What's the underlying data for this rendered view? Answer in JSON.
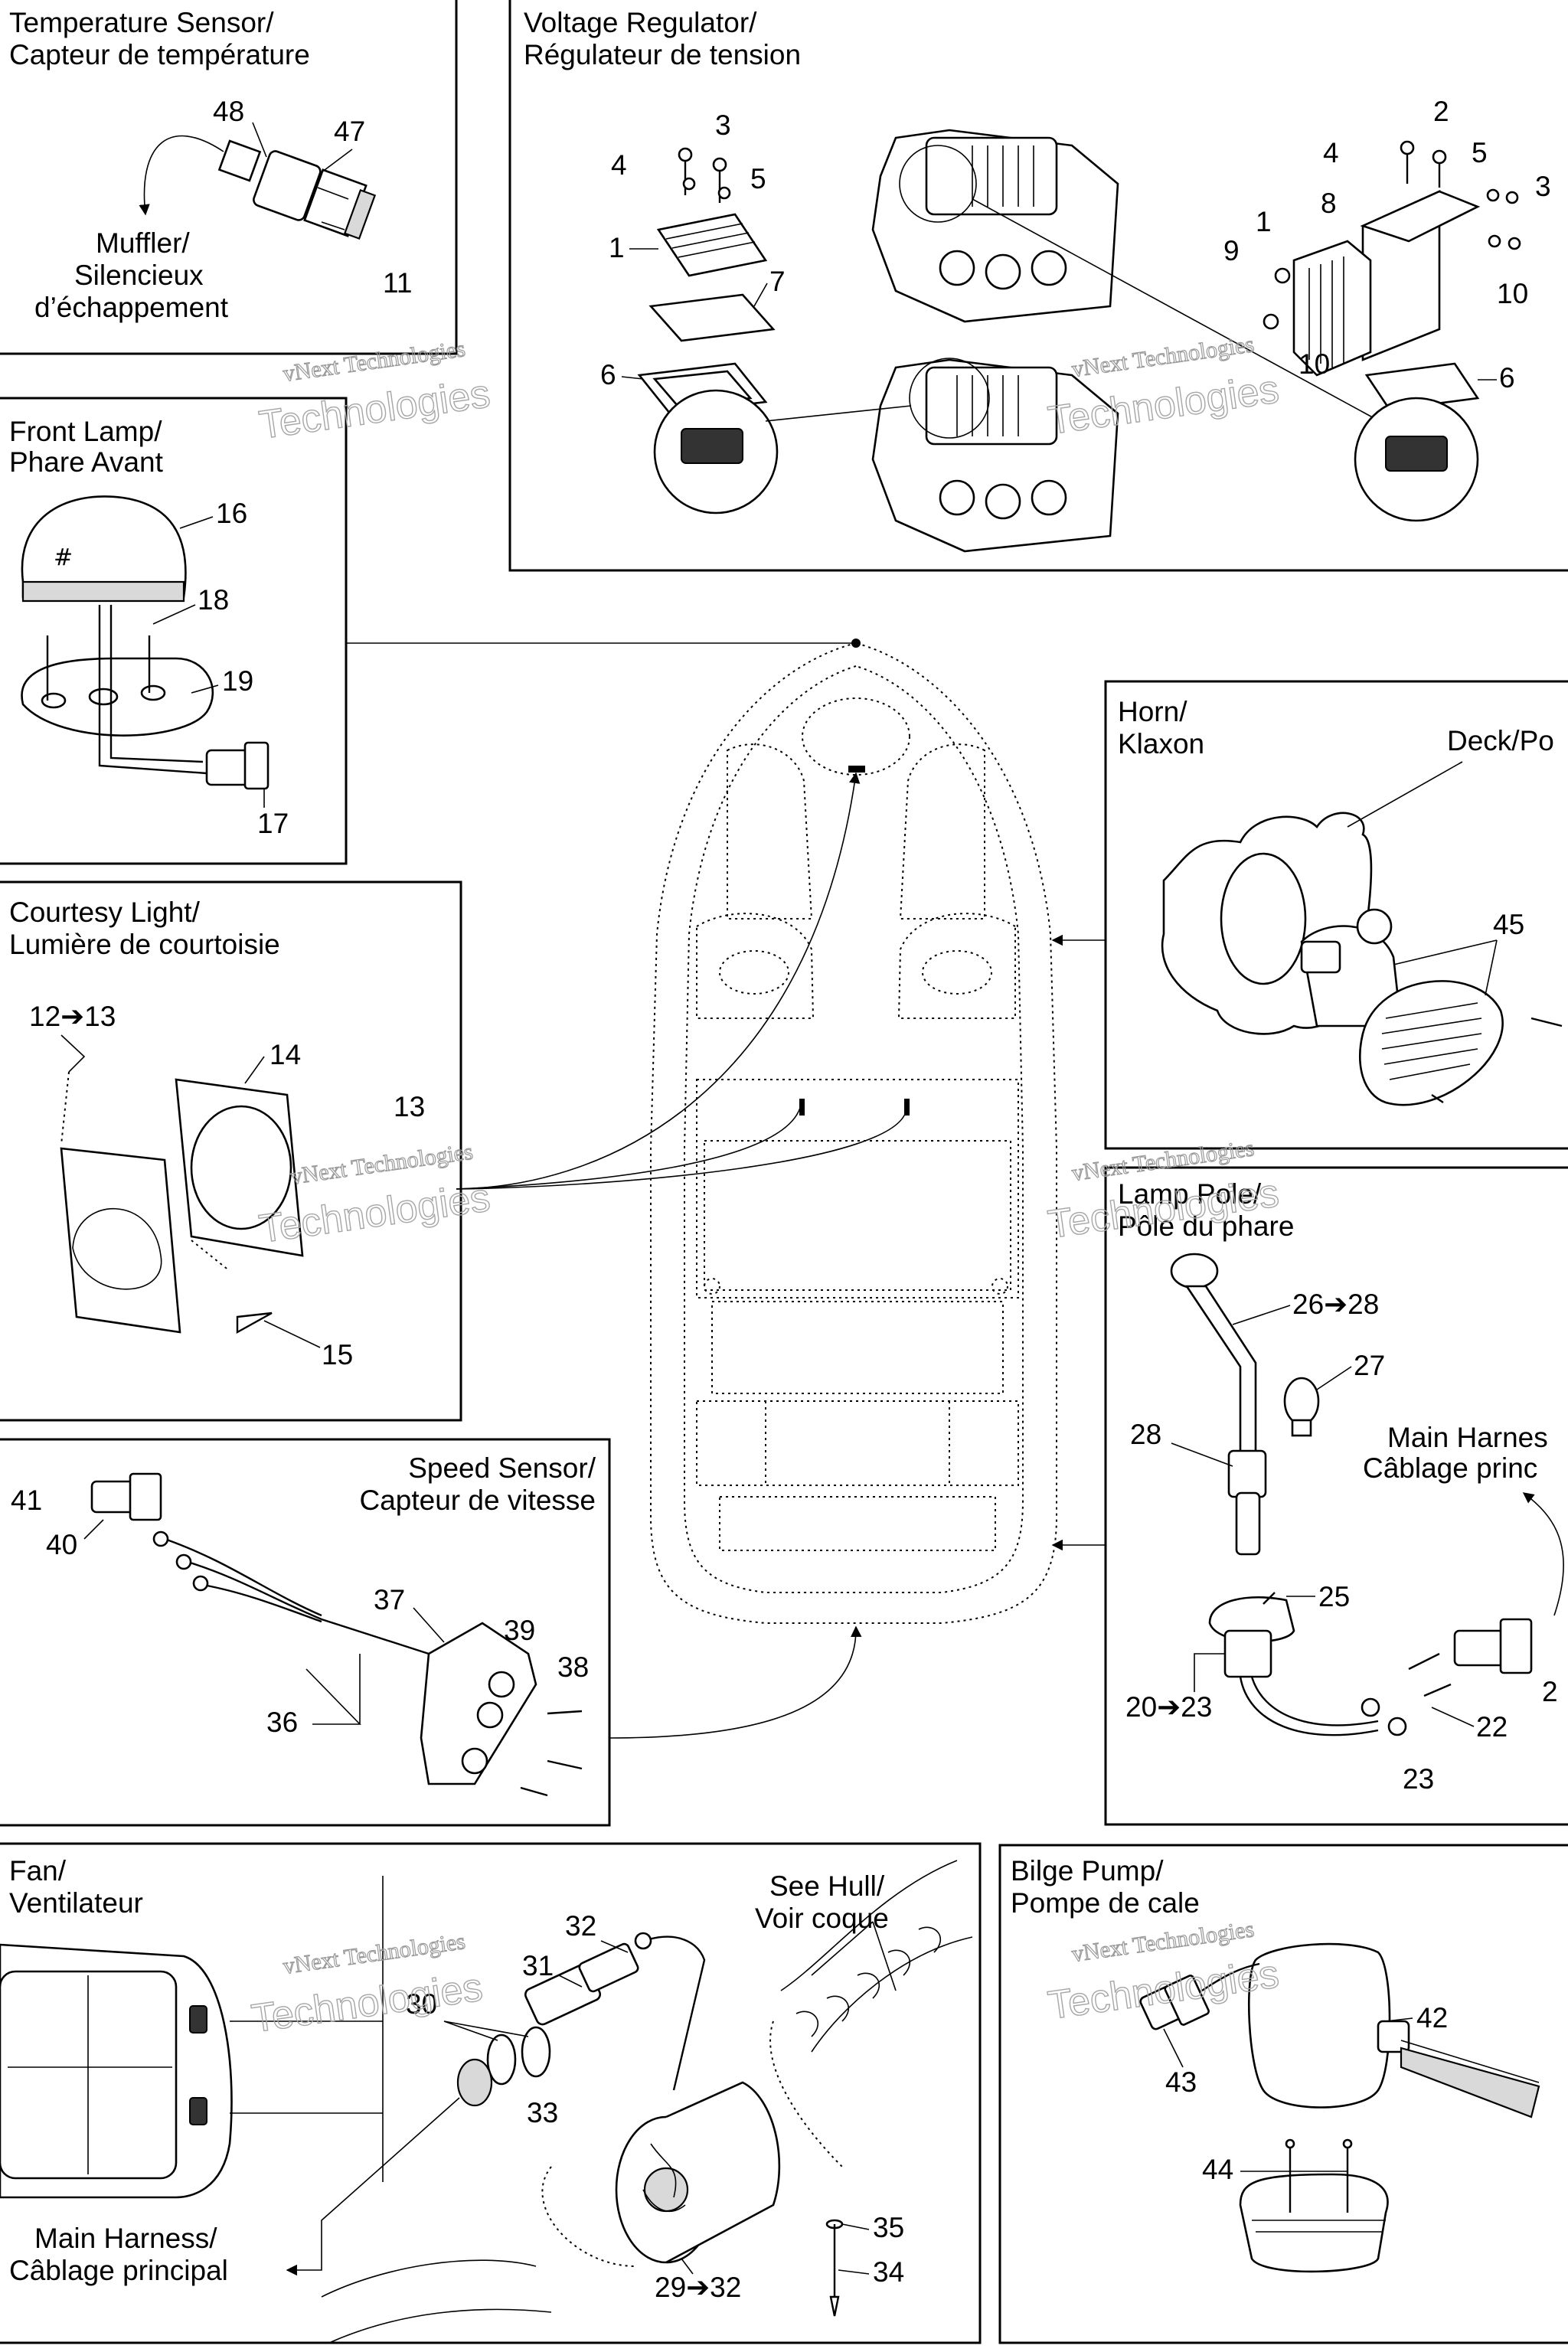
{
  "panels": {
    "temp_sensor": {
      "title": [
        "Temperature Sensor/",
        "Capteur de température"
      ],
      "labels": [
        "48",
        "47",
        "11"
      ],
      "note": [
        "Muffler/",
        "Silencieux",
        "d’échappement"
      ]
    },
    "voltage_regulator": {
      "title": [
        "Voltage Regulator/",
        "Régulateur de tension"
      ],
      "labels": [
        "3",
        "4",
        "5",
        "1",
        "7",
        "6",
        "2",
        "4",
        "5",
        "8",
        "3",
        "1",
        "9",
        "10",
        "10",
        "6"
      ]
    },
    "front_lamp": {
      "title": [
        "Front Lamp/",
        "Phare Avant"
      ],
      "labels": [
        "16",
        "18",
        "19",
        "17"
      ]
    },
    "courtesy_light": {
      "title": [
        "Courtesy Light/",
        "Lumière de courtoisie"
      ],
      "labels": [
        "12➔13",
        "14",
        "13",
        "15"
      ]
    },
    "horn": {
      "title": [
        "Horn/",
        "Klaxon"
      ],
      "labels": [
        "Deck/Po",
        "45"
      ]
    },
    "lamp_pole": {
      "title": [
        "Lamp Pole/",
        "Pôle du phare"
      ],
      "labels": [
        "26➔28",
        "27",
        "28",
        "25",
        "20➔23",
        "22",
        "23",
        "2"
      ],
      "note": [
        "Main Harnes",
        "Câblage princ"
      ]
    },
    "speed_sensor": {
      "title": [
        "Speed Sensor/",
        "Capteur de vitesse"
      ],
      "labels": [
        "41",
        "40",
        "37",
        "39",
        "38",
        "36"
      ]
    },
    "fan": {
      "title": [
        "Fan/",
        "Ventilateur"
      ],
      "labels": [
        "32",
        "31",
        "30",
        "33",
        "35",
        "34",
        "29➔32"
      ],
      "note_hull": [
        "See Hull/",
        "Voir coque"
      ],
      "note_harness": [
        "Main Harness/",
        "Câblage principal"
      ]
    },
    "bilge_pump": {
      "title": [
        "Bilge Pump/",
        "Pompe de cale"
      ],
      "labels": [
        "42",
        "43",
        "44"
      ]
    }
  },
  "watermark": [
    "vNext Technologies",
    "Technologies"
  ],
  "colors": {
    "ink": "#000000",
    "watermark": "#a6a6a6",
    "background": "#ffffff"
  }
}
